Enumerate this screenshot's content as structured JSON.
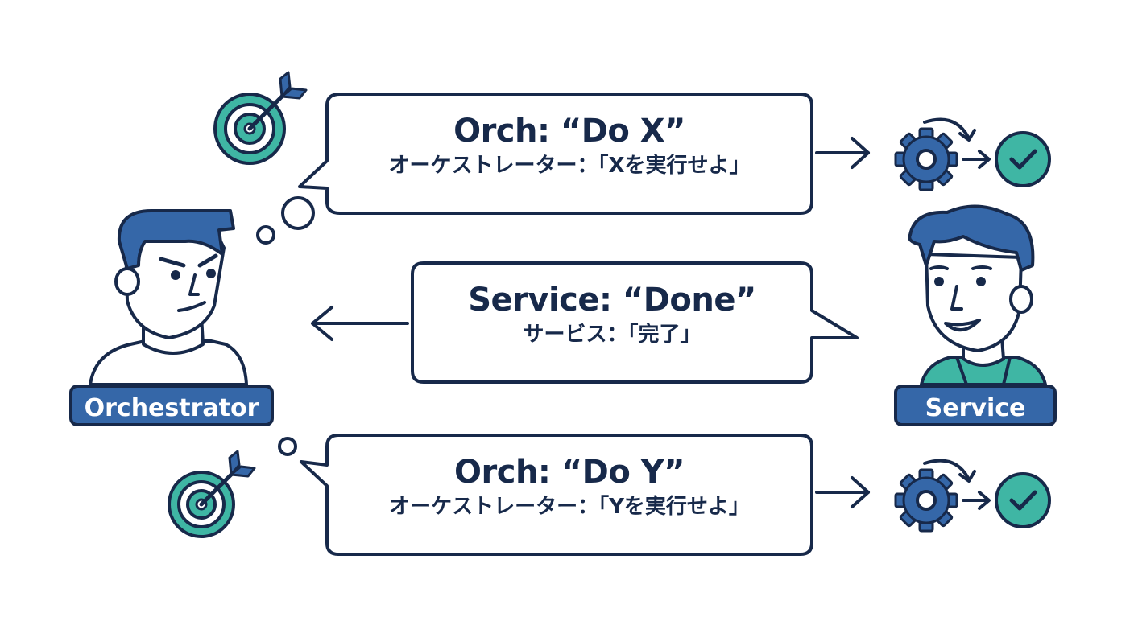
{
  "actors": {
    "orchestrator": {
      "label": "Orchestrator"
    },
    "service": {
      "label": "Service"
    }
  },
  "messages": [
    {
      "en": "Orch: “Do X”",
      "ja": "オーケストレーター：「Xを実行せよ」",
      "direction": "to-service"
    },
    {
      "en": "Service: “Done”",
      "ja": "サービス：「完了」",
      "direction": "to-orchestrator"
    },
    {
      "en": "Orch: “Do Y”",
      "ja": "オーケストレーター：「Yを実行せよ」",
      "direction": "to-service"
    }
  ],
  "colors": {
    "ink": "#17294a",
    "blue": "#3567a8",
    "teal": "#3fb6a4",
    "skin": "#ffffff"
  },
  "icons": [
    "target-icon",
    "gear-icon",
    "check-icon",
    "arrow-right-icon",
    "arrow-left-icon"
  ]
}
